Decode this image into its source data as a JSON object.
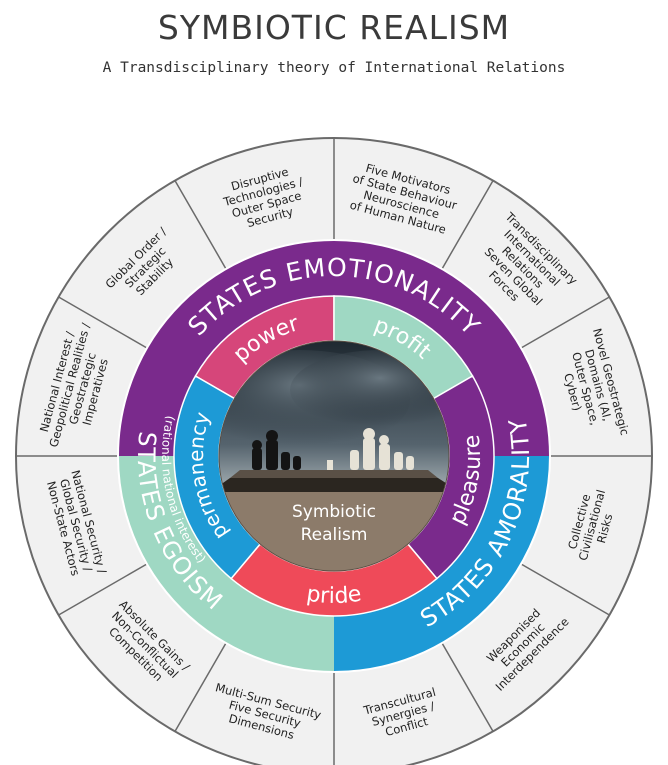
{
  "header": {
    "title": "SYMBIOTIC REALISM",
    "subtitle": "A Transdisciplinary theory of International Relations"
  },
  "center": {
    "label": [
      "Symbiotic",
      "Realism"
    ]
  },
  "middle_ring": [
    {
      "label": "STATES EMOTIONALITY",
      "color": "#7a2a8c"
    },
    {
      "label": "STATES AMORALITY",
      "color": "#1d9ad6"
    },
    {
      "label": "STATES EGOISM",
      "sublabel": "(rational national interest)",
      "color": "#9fd8c3"
    }
  ],
  "inner_ring": [
    {
      "label": "power",
      "color": "#d6467a"
    },
    {
      "label": "profit",
      "color": "#9fd8c3"
    },
    {
      "label": "pleasure",
      "color": "#7a2a8c"
    },
    {
      "label": "pride",
      "color": "#ef4a59"
    },
    {
      "label": "permanency",
      "color": "#1d9ad6"
    }
  ],
  "outer_ring": [
    {
      "lines": [
        "Disruptive",
        "Technologies /",
        "Outer Space",
        "Security"
      ]
    },
    {
      "lines": [
        "Five Motivators",
        "of State Behaviour",
        "Neuroscience",
        "of Human Nature"
      ]
    },
    {
      "lines": [
        "Transdisciplinary",
        "International",
        "Relations",
        "Seven Global",
        "Forces"
      ]
    },
    {
      "lines": [
        "Novel Geostrategic",
        "Domains (AI,",
        "Outer Space,",
        "Cyber)"
      ]
    },
    {
      "lines": [
        "Collective",
        "Civilisational",
        "Risks"
      ]
    },
    {
      "lines": [
        "Weaponised",
        "Economic",
        "Interdependence"
      ]
    },
    {
      "lines": [
        "Transcultural",
        "Synergies /",
        "Conflict"
      ]
    },
    {
      "lines": [
        "Multi-Sum Security",
        "Five Security",
        "Dimensions"
      ]
    },
    {
      "lines": [
        "Absolute Gains /",
        "Non-Conflictual",
        "Competition"
      ]
    },
    {
      "lines": [
        "National Security /",
        "Global Security /",
        "Non-State Actors"
      ]
    },
    {
      "lines": [
        "National Interest /",
        "Geopolitical Realities /",
        "Geostrategic",
        "Imperatives"
      ]
    },
    {
      "lines": [
        "Global Order /",
        "Strategic",
        "Stability"
      ]
    }
  ],
  "colors": {
    "outer_fill": "#f1f1f1",
    "outer_stroke": "#6a6a6a",
    "center_bg": "#8c7b6a"
  }
}
